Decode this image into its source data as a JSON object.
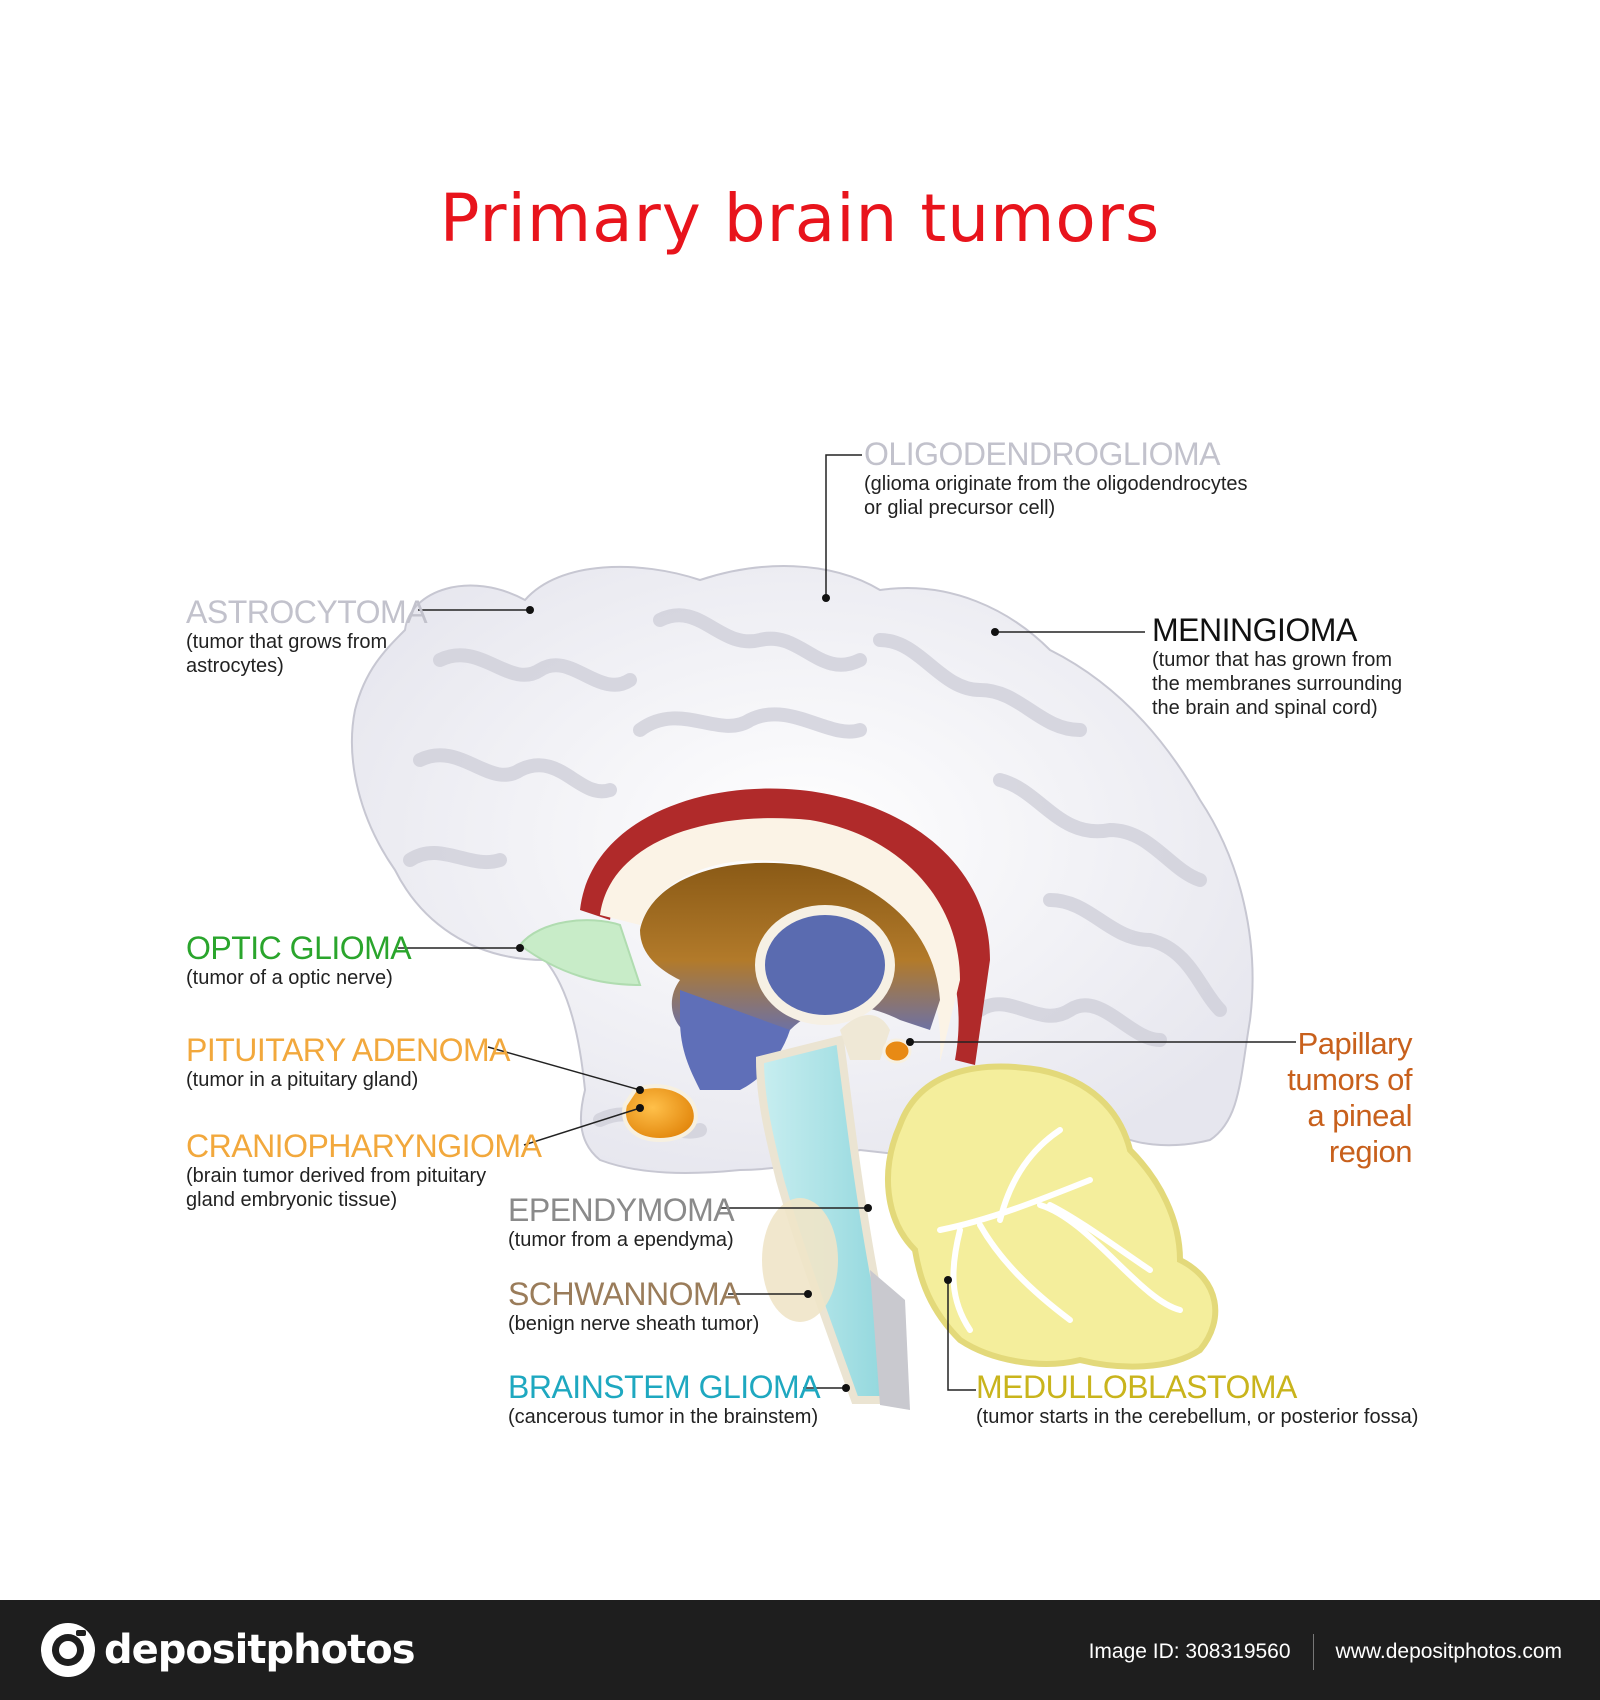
{
  "title": "Primary brain tumors",
  "colors": {
    "title": "#e8141c",
    "gray_label": "#c2c2cc",
    "black_label": "#111111",
    "optic": "#2aa52c",
    "pituitary": "#f2a83c",
    "cranio": "#f2a83c",
    "ependymoma": "#8a8a8a",
    "schwannoma": "#9a7c5a",
    "brainstem": "#1ea8c0",
    "medullo": "#c9b41c",
    "papillary": "#c8601c",
    "corpus_callosum": "#b02a2a",
    "thalamus": "#5a6bb0",
    "cerebellum": "#f4ee9c"
  },
  "labels": {
    "oligodendroglioma": {
      "name": "OLIGODENDROGLIOMA",
      "desc1": "(glioma originate from the oligodendrocytes",
      "desc2": "or glial precursor cell)"
    },
    "astrocytoma": {
      "name": "ASTROCYTOMA",
      "desc1": "(tumor that grows from",
      "desc2": "astrocytes)"
    },
    "meningioma": {
      "name": "MENINGIOMA",
      "desc1": "(tumor that has grown from",
      "desc2": "the membranes surrounding",
      "desc3": "the brain and spinal cord)"
    },
    "optic_glioma": {
      "name": "OPTIC GLIOMA",
      "desc1": "(tumor of a optic nerve)"
    },
    "pituitary_adenoma": {
      "name": "PITUITARY ADENOMA",
      "desc1": "(tumor in a pituitary gland)"
    },
    "craniopharyngioma": {
      "name": "CRANIOPHARYNGIOMA",
      "desc1": "(brain tumor derived from pituitary",
      "desc2": "gland embryonic tissue)"
    },
    "ependymoma": {
      "name": "EPENDYMOMA",
      "desc1": "(tumor from a ependyma)"
    },
    "schwannoma": {
      "name": "SCHWANNOMA",
      "desc1": "(benign nerve sheath tumor)"
    },
    "brainstem_glioma": {
      "name": "BRAINSTEM GLIOMA",
      "desc1": "(cancerous tumor in the brainstem)"
    },
    "medulloblastoma": {
      "name": "MEDULLOBLASTOMA",
      "desc1": "(tumor starts in the cerebellum, or posterior fossa)"
    },
    "papillary": {
      "line1": "Papillary",
      "line2": "tumors of",
      "line3": "a pineal",
      "line4": "region"
    }
  },
  "footer": {
    "brand": "depositphotos",
    "image_id": "Image ID: 308319560",
    "site": "www.depositphotos.com"
  },
  "icons": [
    "camera-logo-icon"
  ]
}
